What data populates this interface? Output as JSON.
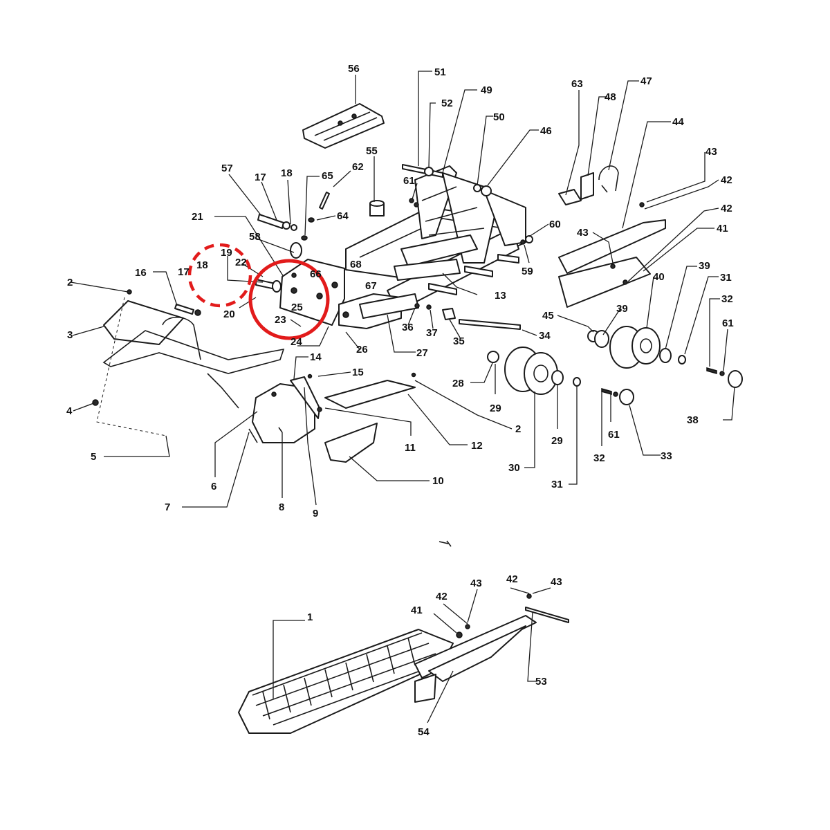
{
  "highlight": {
    "color": "#e21b1b",
    "solid_circle_label": "",
    "dashed_circle_label": ""
  },
  "callouts": [
    {
      "id": "c56",
      "text": "56"
    },
    {
      "id": "c51",
      "text": "51"
    },
    {
      "id": "c49",
      "text": "49"
    },
    {
      "id": "c52",
      "text": "52"
    },
    {
      "id": "c50",
      "text": "50"
    },
    {
      "id": "c46",
      "text": "46"
    },
    {
      "id": "c63",
      "text": "63"
    },
    {
      "id": "c48",
      "text": "48"
    },
    {
      "id": "c47",
      "text": "47"
    },
    {
      "id": "c44",
      "text": "44"
    },
    {
      "id": "c43a",
      "text": "43"
    },
    {
      "id": "c42a",
      "text": "42"
    },
    {
      "id": "c42b",
      "text": "42"
    },
    {
      "id": "c41a",
      "text": "41"
    },
    {
      "id": "c43b",
      "text": "43"
    },
    {
      "id": "c55",
      "text": "55"
    },
    {
      "id": "c57",
      "text": "57"
    },
    {
      "id": "c17a",
      "text": "17"
    },
    {
      "id": "c18a",
      "text": "18"
    },
    {
      "id": "c65",
      "text": "65"
    },
    {
      "id": "c62",
      "text": "62"
    },
    {
      "id": "c61a",
      "text": "61"
    },
    {
      "id": "c64",
      "text": "64"
    },
    {
      "id": "c60",
      "text": "60"
    },
    {
      "id": "c59",
      "text": "59"
    },
    {
      "id": "c21",
      "text": "21"
    },
    {
      "id": "c58",
      "text": "58"
    },
    {
      "id": "c19",
      "text": "19"
    },
    {
      "id": "c22",
      "text": "22"
    },
    {
      "id": "c17b",
      "text": "17"
    },
    {
      "id": "c18b",
      "text": "18"
    },
    {
      "id": "c16",
      "text": "16"
    },
    {
      "id": "c66",
      "text": "66"
    },
    {
      "id": "c68",
      "text": "68"
    },
    {
      "id": "c67",
      "text": "67"
    },
    {
      "id": "c25",
      "text": "25"
    },
    {
      "id": "c20",
      "text": "20"
    },
    {
      "id": "c23",
      "text": "23"
    },
    {
      "id": "c24",
      "text": "24"
    },
    {
      "id": "c13",
      "text": "13"
    },
    {
      "id": "c2a",
      "text": "2"
    },
    {
      "id": "c3",
      "text": "3"
    },
    {
      "id": "c36",
      "text": "36"
    },
    {
      "id": "c37",
      "text": "37"
    },
    {
      "id": "c35",
      "text": "35"
    },
    {
      "id": "c45",
      "text": "45"
    },
    {
      "id": "c39a",
      "text": "39"
    },
    {
      "id": "c40",
      "text": "40"
    },
    {
      "id": "c39b",
      "text": "39"
    },
    {
      "id": "c31a",
      "text": "31"
    },
    {
      "id": "c32a",
      "text": "32"
    },
    {
      "id": "c61b",
      "text": "61"
    },
    {
      "id": "c34",
      "text": "34"
    },
    {
      "id": "c26",
      "text": "26"
    },
    {
      "id": "c27",
      "text": "27"
    },
    {
      "id": "c14",
      "text": "14"
    },
    {
      "id": "c15",
      "text": "15"
    },
    {
      "id": "c28",
      "text": "28"
    },
    {
      "id": "c29a",
      "text": "29"
    },
    {
      "id": "c2b",
      "text": "2"
    },
    {
      "id": "c4",
      "text": "4"
    },
    {
      "id": "c29b",
      "text": "29"
    },
    {
      "id": "c61c",
      "text": "61"
    },
    {
      "id": "c32b",
      "text": "32"
    },
    {
      "id": "c33",
      "text": "33"
    },
    {
      "id": "c38",
      "text": "38"
    },
    {
      "id": "c11",
      "text": "11"
    },
    {
      "id": "c12",
      "text": "12"
    },
    {
      "id": "c5",
      "text": "5"
    },
    {
      "id": "c30",
      "text": "30"
    },
    {
      "id": "c31b",
      "text": "31"
    },
    {
      "id": "c10",
      "text": "10"
    },
    {
      "id": "c6",
      "text": "6"
    },
    {
      "id": "c7",
      "text": "7"
    },
    {
      "id": "c8",
      "text": "8"
    },
    {
      "id": "c9",
      "text": "9"
    },
    {
      "id": "c42c",
      "text": "42"
    },
    {
      "id": "c43c",
      "text": "43"
    },
    {
      "id": "c42d",
      "text": "42"
    },
    {
      "id": "c43d",
      "text": "43"
    },
    {
      "id": "c41b",
      "text": "41"
    },
    {
      "id": "c1",
      "text": "1"
    },
    {
      "id": "c53",
      "text": "53"
    },
    {
      "id": "c54",
      "text": "54"
    }
  ]
}
